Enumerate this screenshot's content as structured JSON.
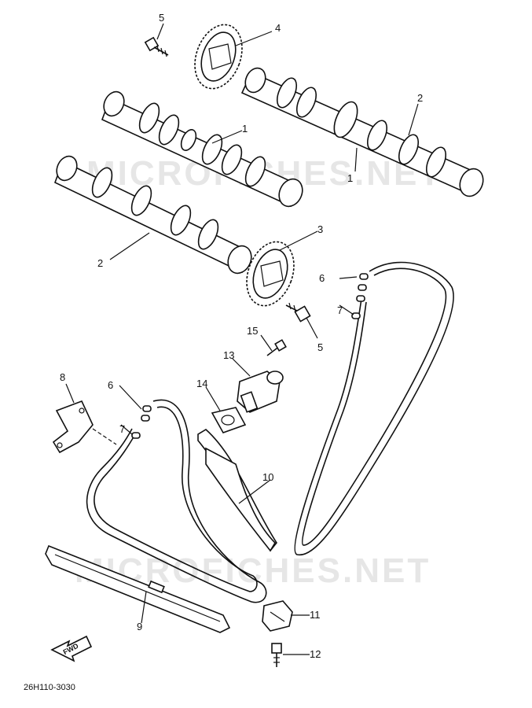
{
  "watermarks": [
    "MICROFICHES.NET",
    "MICROFICHES.NET"
  ],
  "callouts": [
    {
      "id": "callout-1-upper",
      "label": "1"
    },
    {
      "id": "callout-1-right",
      "label": "1"
    },
    {
      "id": "callout-2-right",
      "label": "2"
    },
    {
      "id": "callout-2-left",
      "label": "2"
    },
    {
      "id": "callout-3",
      "label": "3"
    },
    {
      "id": "callout-4",
      "label": "4"
    },
    {
      "id": "callout-5-top",
      "label": "5"
    },
    {
      "id": "callout-5-mid",
      "label": "5"
    },
    {
      "id": "callout-6-right",
      "label": "6"
    },
    {
      "id": "callout-6-left",
      "label": "6"
    },
    {
      "id": "callout-7-right",
      "label": "7"
    },
    {
      "id": "callout-7-left",
      "label": "7"
    },
    {
      "id": "callout-8",
      "label": "8"
    },
    {
      "id": "callout-9",
      "label": "9"
    },
    {
      "id": "callout-10",
      "label": "10"
    },
    {
      "id": "callout-11",
      "label": "11"
    },
    {
      "id": "callout-12",
      "label": "12"
    },
    {
      "id": "callout-13",
      "label": "13"
    },
    {
      "id": "callout-14",
      "label": "14"
    },
    {
      "id": "callout-15",
      "label": "15"
    }
  ],
  "fwd_label": "FWD",
  "reference_code": "26H110-3030"
}
